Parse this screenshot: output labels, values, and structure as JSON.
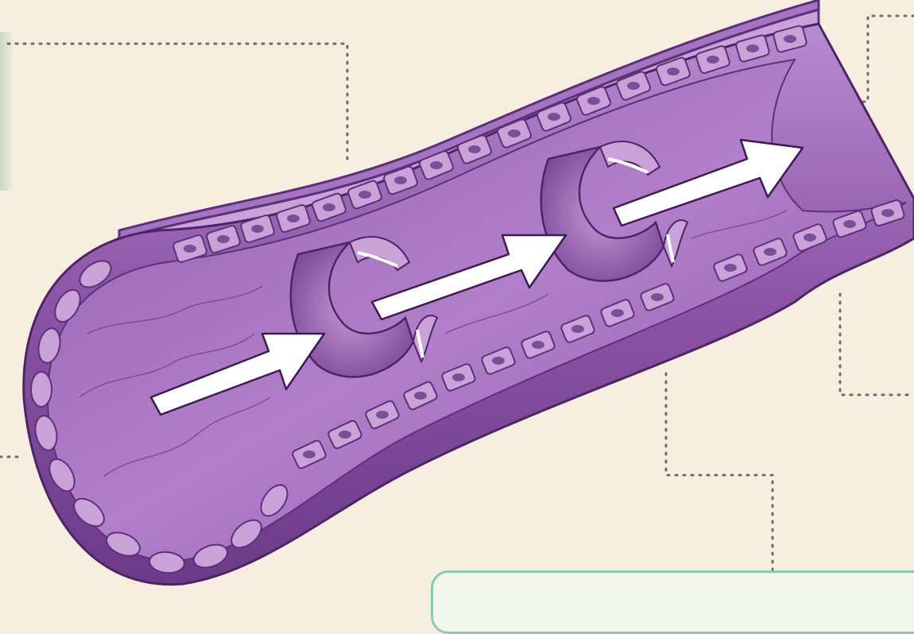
{
  "title": "",
  "labels": [],
  "colors": {
    "background": "#f6efdf",
    "vein_outer": "#8b54a6",
    "vein_outer_dark": "#5e2f7a",
    "vein_lumen": "#a774c0",
    "cell_fill": "#c9a3d8",
    "cell_nucleus": "#7d4d99",
    "arrow": "#ffffff",
    "leader_line": "#6a6a6a",
    "label_box_border": "#8ccab2"
  },
  "icons": {
    "flow_arrows": "right-arrow-icon",
    "valves": "venous-valve"
  },
  "flow_arrow_count": 3,
  "valve_count": 2,
  "leader_line_count": 5
}
